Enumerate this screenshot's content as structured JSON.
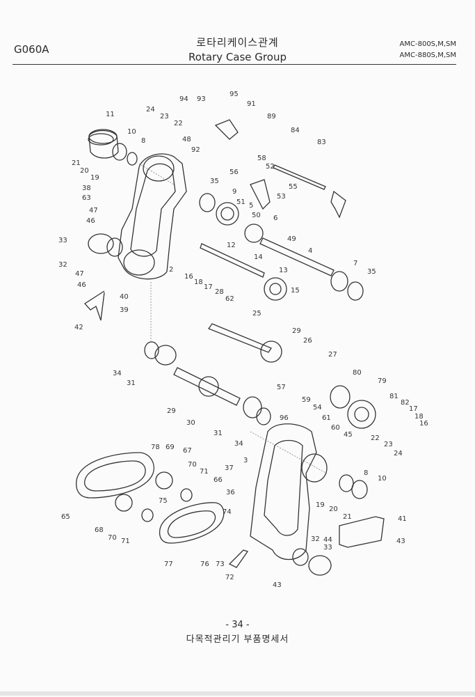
{
  "header": {
    "code": "G060A",
    "title_ko": "로타리케이스관계",
    "title_en": "Rotary Case Group",
    "model_1": "AMC-800S,M,SM",
    "model_2": "AMC-880S,M,SM"
  },
  "footer": {
    "page": "- 34 -",
    "subtitle": "다목적관리기 부품명세서"
  },
  "diagram": {
    "part_numbers": [
      "94",
      "93",
      "95",
      "91",
      "89",
      "11",
      "24",
      "23",
      "22",
      "84",
      "10",
      "8",
      "48",
      "92",
      "83",
      "21",
      "20",
      "58",
      "52",
      "56",
      "19",
      "38",
      "63",
      "35",
      "9",
      "55",
      "53",
      "47",
      "46",
      "51",
      "5",
      "50",
      "6",
      "33",
      "12",
      "49",
      "4",
      "32",
      "14",
      "13",
      "7",
      "35",
      "47",
      "46",
      "2",
      "16",
      "18",
      "17",
      "15",
      "40",
      "39",
      "28",
      "62",
      "42",
      "25",
      "29",
      "26",
      "34",
      "31",
      "27",
      "80",
      "57",
      "29",
      "59",
      "54",
      "30",
      "31",
      "96",
      "61",
      "79",
      "81",
      "82",
      "17",
      "18",
      "16",
      "34",
      "60",
      "45",
      "22",
      "23",
      "24",
      "3",
      "78",
      "69",
      "67",
      "70",
      "71",
      "37",
      "66",
      "36",
      "8",
      "10",
      "65",
      "75",
      "19",
      "20",
      "21",
      "74",
      "68",
      "70",
      "71",
      "32",
      "44",
      "33",
      "41",
      "43",
      "77",
      "76",
      "73",
      "72",
      "43"
    ]
  }
}
